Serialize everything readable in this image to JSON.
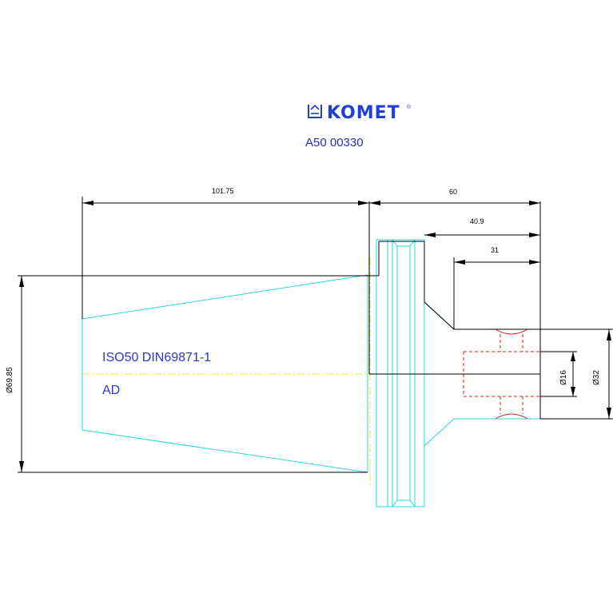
{
  "header": {
    "brand": "KOMET",
    "trademark": "®",
    "part_number": "A50 00330"
  },
  "annotations": {
    "standard": "ISO50 DIN69871-1",
    "variant": "AD"
  },
  "dimensions": {
    "taper_length": "101.75",
    "overall_length": "60",
    "body_length": "40.9",
    "bore_depth": "31",
    "taper_diameter": "Ø69.85",
    "bore_diameter": "Ø16",
    "shank_diameter": "Ø32"
  },
  "colors": {
    "outline": "#000000",
    "geometry": "#29d6e6",
    "hidden": "#e01818",
    "centerline": "#e8e840",
    "text": "#2030c8"
  }
}
